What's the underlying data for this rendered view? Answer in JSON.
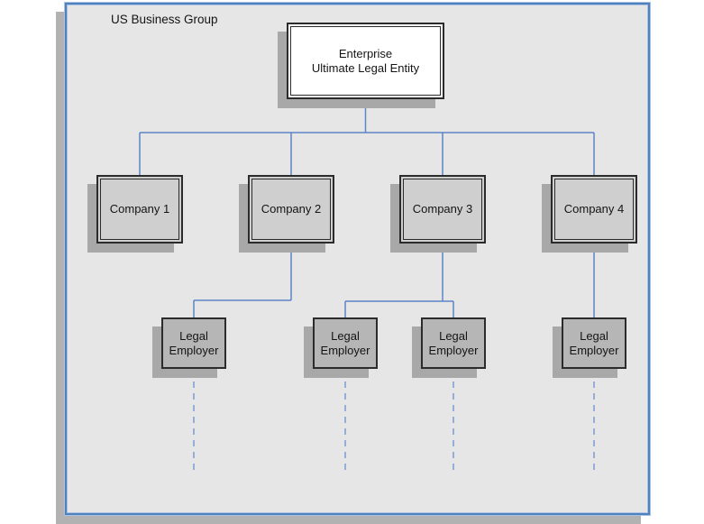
{
  "colors": {
    "frame_fill": "#e6e6e6",
    "frame_border": "#4f81bd",
    "frame_border_light": "#aac2e4",
    "frame_shadow": "#b2b2b2",
    "box_border": "#2b2b2b",
    "box_shadow": "#a8a8a8",
    "ent_fill": "#ffffff",
    "company_fill": "#cfcfcf",
    "le_fill": "#b6b6b6",
    "line": "#5b84c6",
    "line_dashed": "#7c9cd0",
    "text": "#141414"
  },
  "diagram": {
    "group_label": "US Business Group",
    "root": {
      "lines": [
        "Enterprise",
        "Ultimate Legal Entity"
      ]
    },
    "companies": [
      {
        "label": "Company 1"
      },
      {
        "label": "Company 2"
      },
      {
        "label": "Company 3"
      },
      {
        "label": "Company 4"
      }
    ],
    "legal_employers": [
      {
        "label": "Legal Employer"
      },
      {
        "label": "Legal Employer"
      },
      {
        "label": "Legal Employer"
      },
      {
        "label": "Legal Employer"
      }
    ]
  }
}
